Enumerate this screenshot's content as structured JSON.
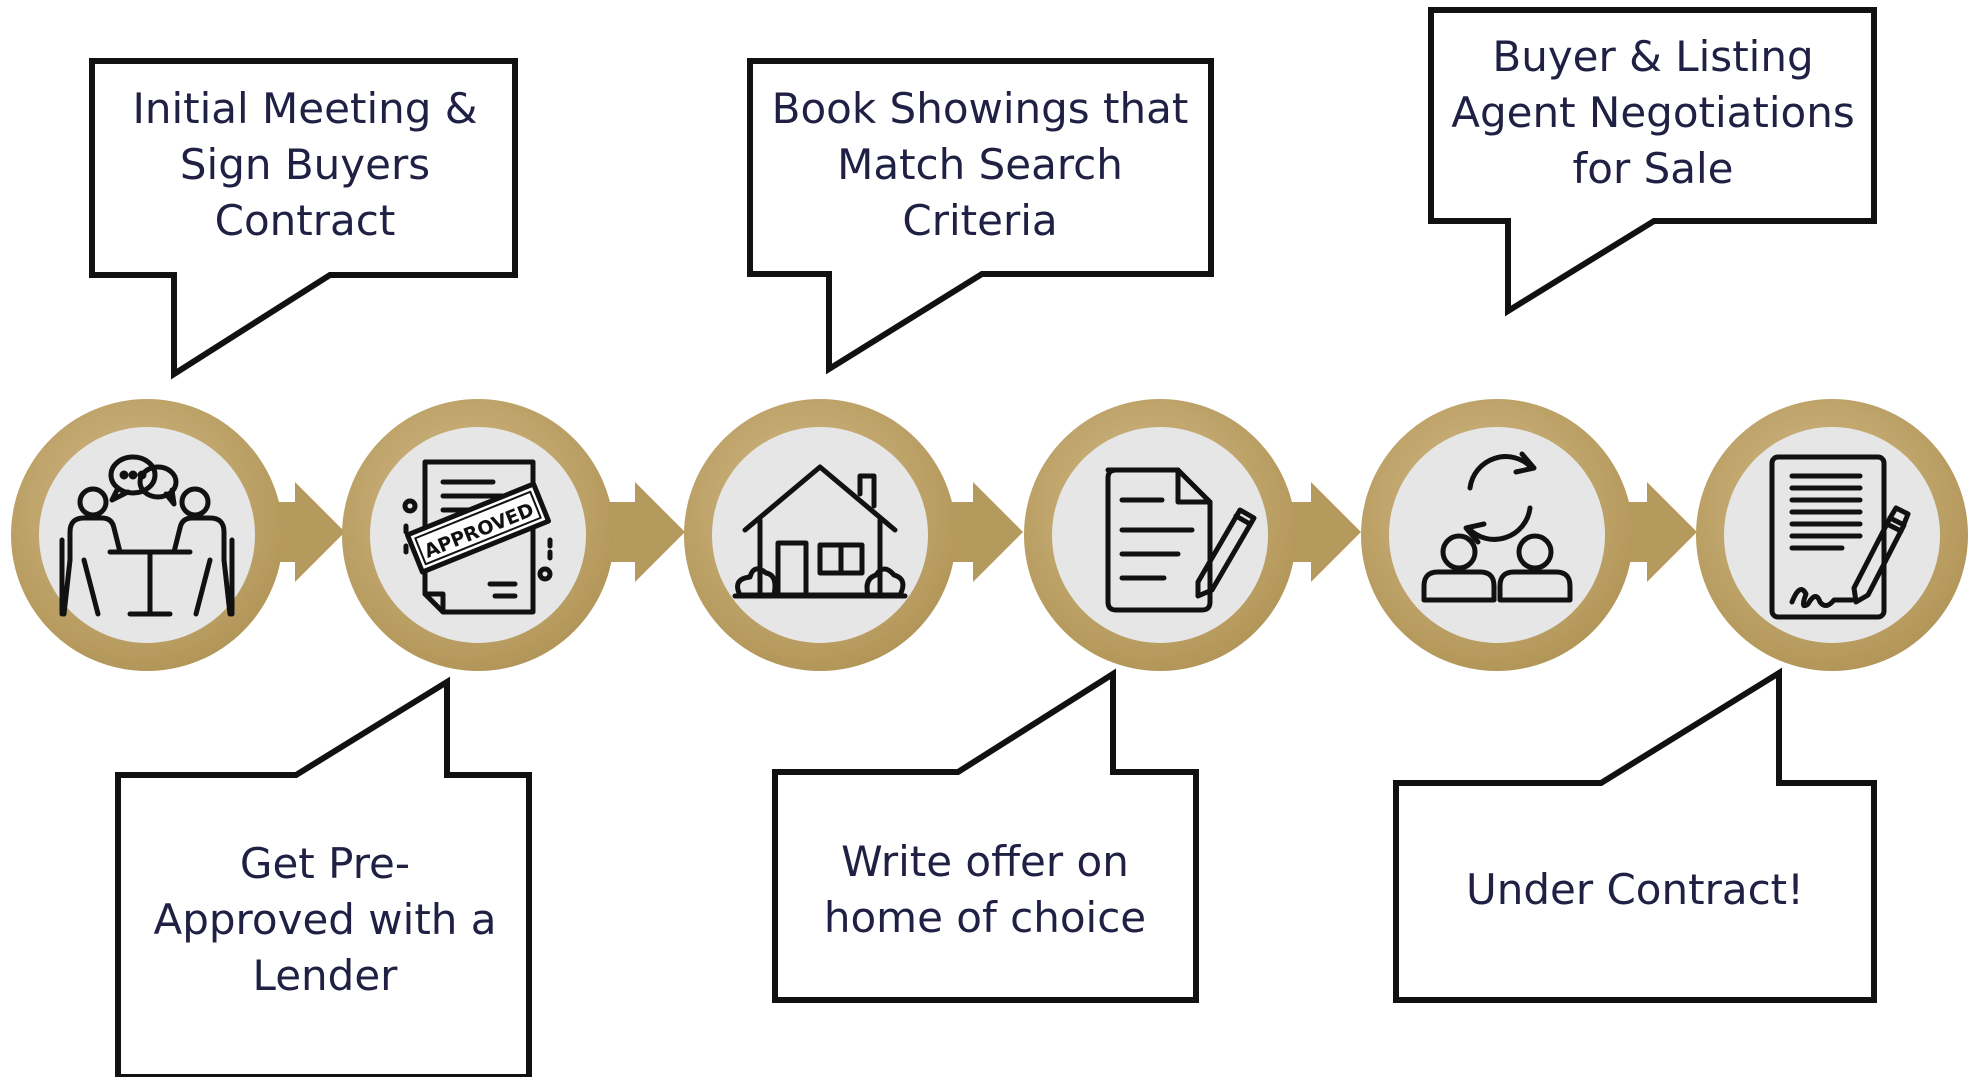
{
  "colors": {
    "gold": "#b59a5e",
    "gold_light": "#c9b07a",
    "inner_fill": "#e6e6e6",
    "navy_text": "#1f2044",
    "outline": "#111111"
  },
  "steps": [
    {
      "icon": "meeting-icon",
      "label": "Initial Meeting & Sign Buyers Contract",
      "position": "top"
    },
    {
      "icon": "approved-document-icon",
      "label": "Get Pre- Approved with a Lender",
      "position": "bottom"
    },
    {
      "icon": "house-icon",
      "label": "Book Showings that Match Search Criteria",
      "position": "top"
    },
    {
      "icon": "document-pen-icon",
      "label": "Write offer on home of choice",
      "position": "bottom"
    },
    {
      "icon": "negotiation-icon",
      "label": "Buyer & Listing Agent Negotiations for Sale",
      "position": "top"
    },
    {
      "icon": "signed-contract-icon",
      "label": "Under Contract!",
      "position": "bottom"
    }
  ],
  "stamp_text": "APPROVED"
}
